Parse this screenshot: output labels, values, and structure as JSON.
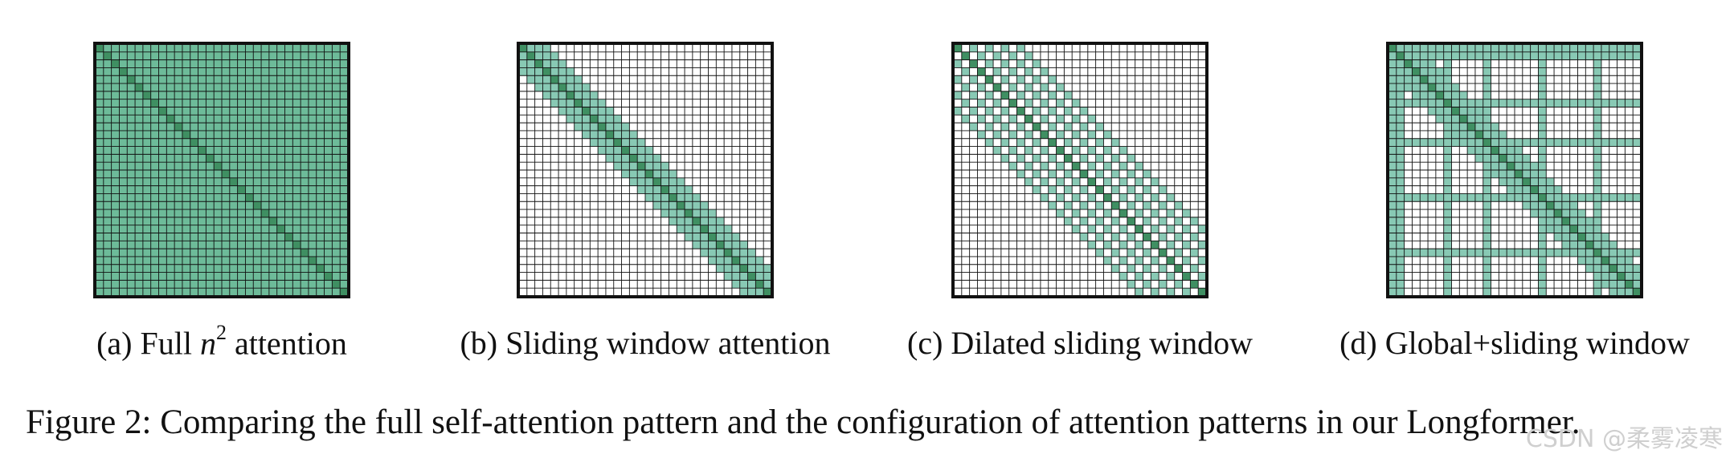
{
  "colors": {
    "attended": "#88c9b4",
    "full_fill": "#6dbb99",
    "diagonal": "#3f8f62",
    "grid": "#111111",
    "border": "#111111"
  },
  "grid_cells": 32,
  "panels": [
    {
      "id": "a",
      "pattern": "full",
      "caption_prefix": "(a) Full ",
      "caption_math": "n",
      "caption_sup": "2",
      "caption_suffix": " attention"
    },
    {
      "id": "b",
      "pattern": "sliding",
      "caption": "(b) Sliding window attention"
    },
    {
      "id": "c",
      "pattern": "dilated",
      "caption": "(c) Dilated sliding window"
    },
    {
      "id": "d",
      "pattern": "global_sliding",
      "caption": "(d) Global+sliding window"
    }
  ],
  "figure_caption": "Figure 2: Comparing the full self-attention pattern and the configuration of attention patterns in our Longformer.",
  "watermark": "CSDN @柔雾凌寒"
}
